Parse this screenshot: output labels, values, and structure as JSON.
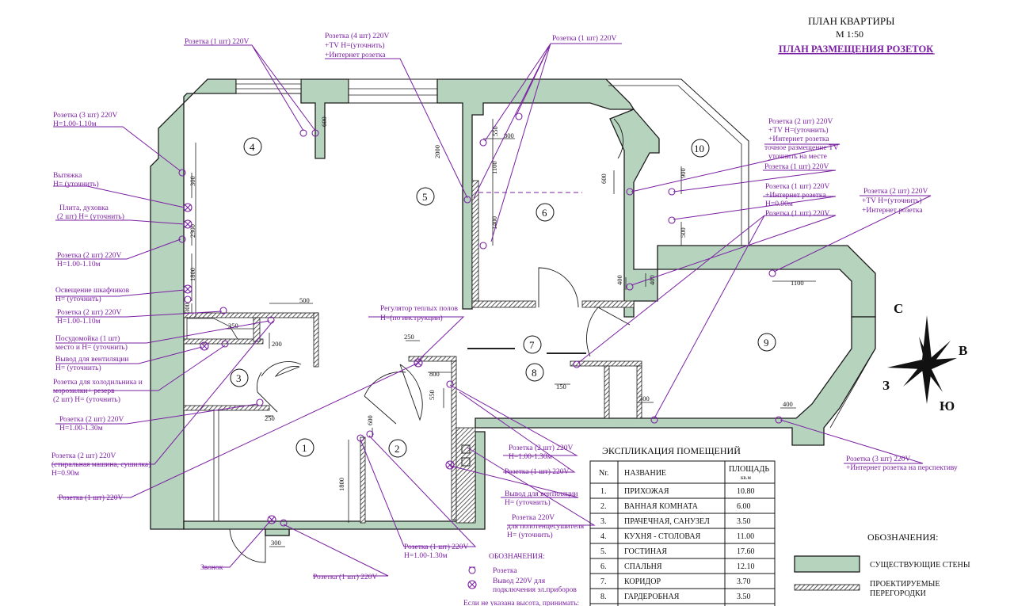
{
  "header": {
    "title": "ПЛАН КВАРТИРЫ",
    "scale": "М 1:50",
    "subtitle": "ПЛАН РАЗМЕЩЕНИЯ РОЗЕТОК"
  },
  "annotations": {
    "a01": "Розетка (1 шт) 220V",
    "a02": "Розетка (4 шт) 220V",
    "a02b": "+TV  Н=(уточнить)",
    "a02c": "+Интернет розетка",
    "a03": "Розетка (1 шт) 220V",
    "a04": "Розетка (3 шт) 220V",
    "a04b": "Н=1.00-1.10м",
    "a05": "Вытяжка",
    "a05b": "Н= (уточнить)",
    "a06": "Плита, духовка",
    "a06b": "(2 шт) Н= (уточнить)",
    "a07": "Розетка (2 шт) 220V",
    "a07b": "Н=1.00-1.10м",
    "a08": "Освещение шкафчиков",
    "a08b": "Н= (уточнить)",
    "a09": "Розетка (2 шт) 220V",
    "a09b": "Н=1.00-1.10м",
    "a10": "Посудомойка (1 шт)",
    "a10b": "место и  Н= (уточнить)",
    "a11": "Вывод для вентиляции",
    "a11b": "Н= (уточнить)",
    "a12": "Розетка для холодильника и",
    "a12b": "морозилки+ резерв",
    "a12c": "(2 шт) Н= (уточнить)",
    "a13": "Розетка (2 шт) 220V",
    "a13b": "Н=1.00-1.30м",
    "a14": "Розетка (2 шт) 220V",
    "a14b": "(стиральная машина, сушилка)",
    "a14c": "Н=0.90м",
    "a15": "Розетка (1 шт) 220V",
    "a16": "Звонок",
    "a17": "Розетка (1 шт) 220V",
    "a18": "Розетка (1 шт) 220V",
    "a18b": "Н=1.00-1.30м",
    "a19": "Регулятор теплых полов",
    "a19b": "Н=(по инструкции)",
    "a20": "Розетка (2 шт) 220V",
    "a20b": "Н=1.00-1.30м",
    "a21": "Розетка (1 шт) 220V",
    "a22": "Вывод для вентиляции",
    "a22b": "Н= (уточнить)",
    "a23": "Розетка 220V",
    "a23b": "для полотенцесушителя",
    "a23c": "Н= (уточнить)",
    "a24": "Розетка (2 шт) 220V",
    "a24b": "+TV  Н=(уточнить)",
    "a24c": "+Интернет розетка",
    "a24d": "точное размещение TV",
    "a24e": "уточнить на месте",
    "a25": "Розетка (1 шт) 220V",
    "a26": "Розетка (1 шт) 220V",
    "a26b": "+Интернет розетка",
    "a26c": "Н=0.90м",
    "a27": "Розетка (1 шт) 220V",
    "a28": "Розетка (2 шт) 220V",
    "a28b": "+TV  Н=(уточнить)",
    "a28c": "+Интернет розетка",
    "a29": "Розетка (3 шт) 220V",
    "a29b": "+Интернет розетка на перспективу"
  },
  "dimensions": {
    "d600a": "600",
    "d550": "550",
    "d800a": "800",
    "d2000": "2000",
    "d1100a": "1100",
    "d1400": "1400",
    "d600b": "600",
    "d900": "900",
    "d500a": "500",
    "d300a": "300",
    "d2300": "2300",
    "d1800a": "1800",
    "d300b": "300",
    "d500b": "500",
    "d350": "350",
    "d200": "200",
    "d250a": "250",
    "d800b": "800",
    "d550b": "550",
    "d250b": "250",
    "d600c": "600",
    "d1800b": "1800",
    "d300c": "300",
    "d400a": "400",
    "d400b": "400",
    "d1100b": "1100",
    "d150": "150",
    "d300d": "300",
    "d400c": "400"
  },
  "rooms": [
    "1",
    "2",
    "3",
    "4",
    "5",
    "6",
    "7",
    "8",
    "9",
    "10"
  ],
  "compass": {
    "n": "С",
    "e": "В",
    "s": "Ю",
    "w": "З"
  },
  "legend_small": {
    "title": "ОБОЗНАЧЕНИЯ:",
    "outlet": "Розетка",
    "output": "Вывод 220V для",
    "output2": "подключения эл.приборов",
    "note": "Если не указана высота, принимать:"
  },
  "explication": {
    "title": "ЭКСПЛИКАЦИЯ ПОМЕЩЕНИЙ",
    "col_num": "Nr.",
    "col_name": "НАЗВАНИЕ",
    "col_area": "ПЛОЩАДЬ",
    "col_unit": "кв.м",
    "rows": [
      {
        "n": "1.",
        "name": "ПРИХОЖАЯ",
        "area": "10.80"
      },
      {
        "n": "2.",
        "name": "ВАННАЯ КОМНАТА",
        "area": "6.00"
      },
      {
        "n": "3.",
        "name": "ПРАЧЕЧНАЯ, САНУЗЕЛ",
        "area": "3.50"
      },
      {
        "n": "4.",
        "name": "КУХНЯ - СТОЛОВАЯ",
        "area": "11.00"
      },
      {
        "n": "5.",
        "name": "ГОСТИНАЯ",
        "area": "17.60"
      },
      {
        "n": "6.",
        "name": "СПАЛЬНЯ",
        "area": "12.10"
      },
      {
        "n": "7.",
        "name": "КОРИДОР",
        "area": "3.70"
      },
      {
        "n": "8.",
        "name": "ГАРДЕРОБНАЯ",
        "area": "3.50"
      }
    ]
  },
  "legend_big": {
    "title": "ОБОЗНАЧЕНИЯ:",
    "existing": "СУЩЕСТВУЮЩИЕ СТЕНЫ",
    "planned1": "ПРОЕКТИРУЕМЫЕ",
    "planned2": "ПЕРЕГОРОДКИ"
  },
  "colors": {
    "wall": "#b6d3be",
    "annotation": "#7a1fa2"
  }
}
